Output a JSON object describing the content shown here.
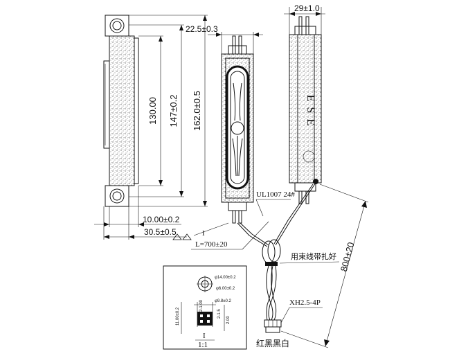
{
  "dimensions": {
    "width_top": "29±1.0",
    "depth": "22.5±0.3",
    "length_inner": "130.00",
    "length_mid": "147±0.2",
    "length_total": "162.0±0.5",
    "thickness": "10.00±0.2",
    "width_side": "30.5±0.5",
    "cable_length": "L=700±20",
    "lead_length": "800±20"
  },
  "labels": {
    "section_mark": "I",
    "brand": "E S E",
    "wire_type": "UL1007 24#",
    "tie_note": "用束线带扎好",
    "connector": "XH2.5-4P",
    "wire_colors": "红黑黑白",
    "detail_mark": "I",
    "detail_scale": "1:1",
    "detail_dim_1": "φ14.00±0.2",
    "detail_dim_2": "φ6.00±0.2",
    "detail_dim_3": "φ9.8±0.2",
    "detail_dim_4": "2-1.00",
    "detail_dim_5": "2-1.5",
    "detail_dim_6": "11.00±0.2",
    "detail_dim_7": "2.00"
  }
}
